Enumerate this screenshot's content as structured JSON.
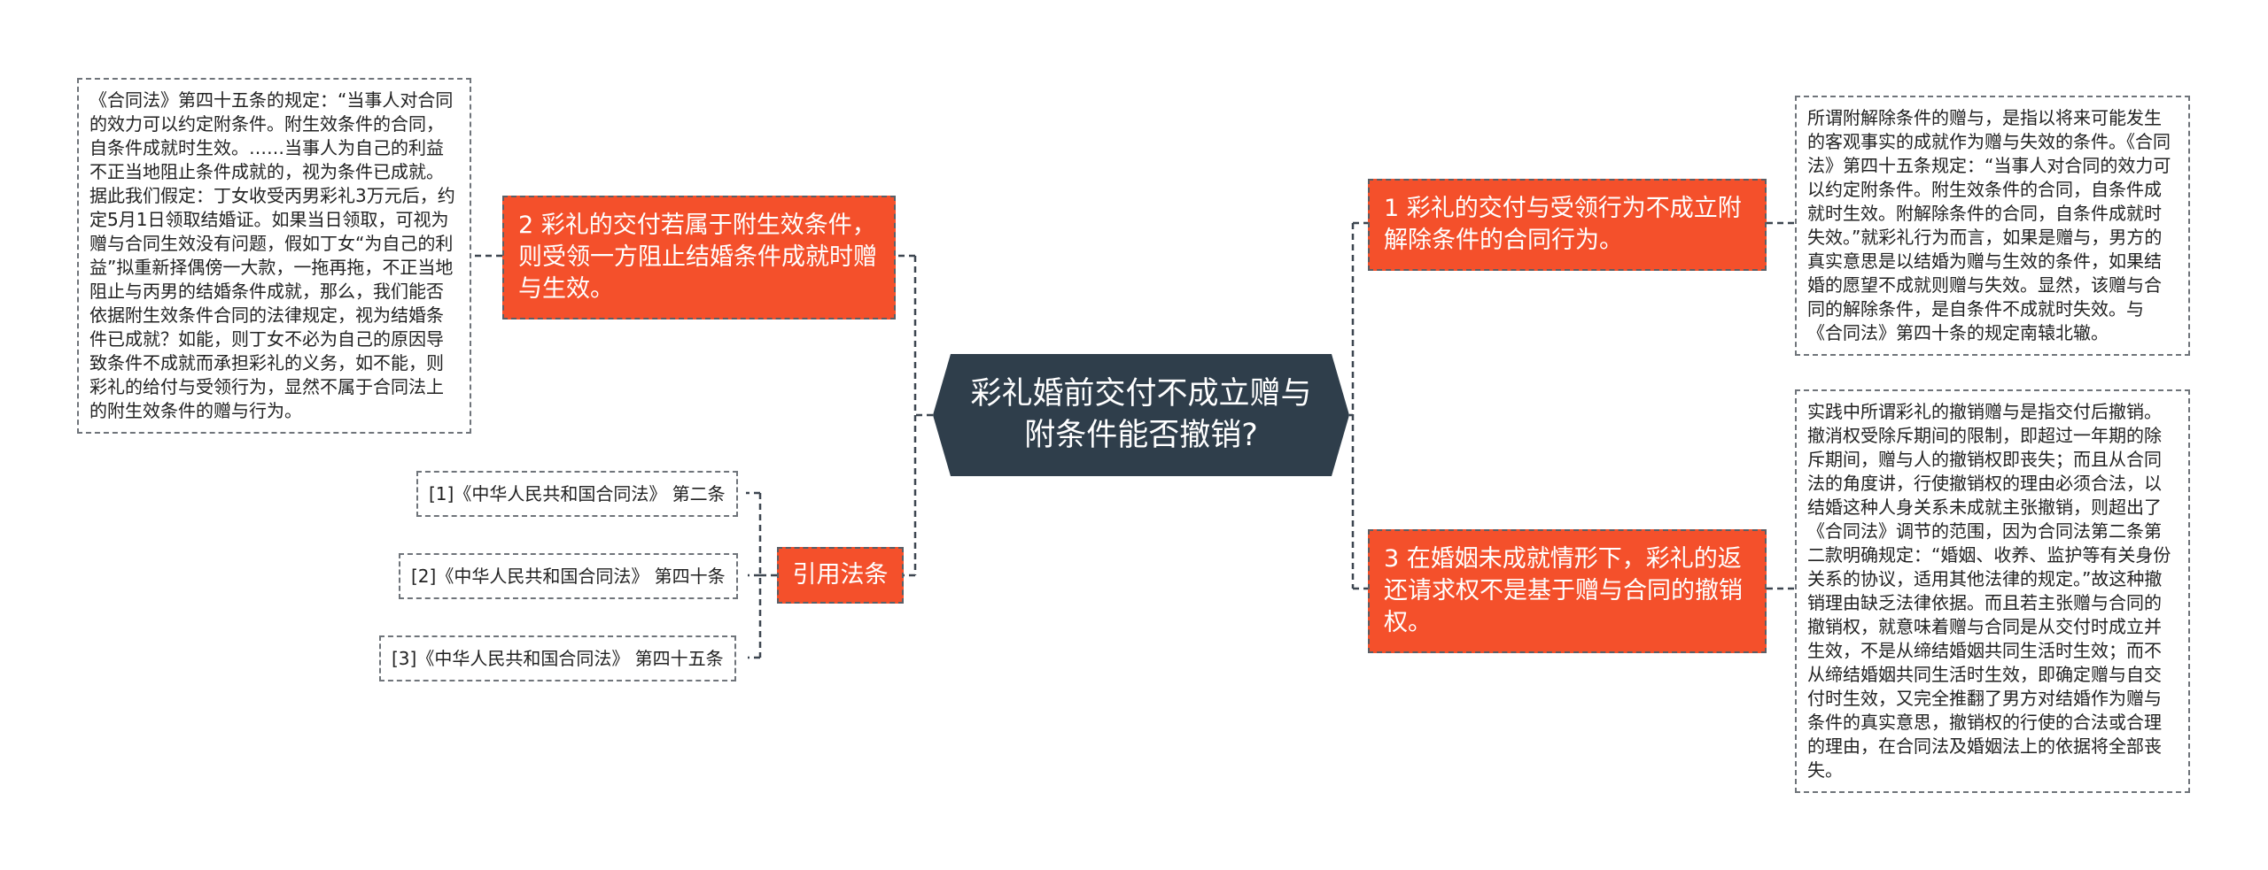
{
  "root": {
    "title": "彩礼婚前交付不成立赠与附条件能否撤销?"
  },
  "left": {
    "branch2": {
      "label": "2 彩礼的交付若属于附生效条件，则受领一方阻止结婚条件成就时赠与生效。",
      "note": "《合同法》第四十五条的规定：“当事人对合同的效力可以约定附条件。附生效条件的合同，自条件成就时生效。……当事人为自己的利益不正当地阻止条件成就的，视为条件已成就。据此我们假定：丁女收受丙男彩礼3万元后，约定5月1日领取结婚证。如果当日领取，可视为赠与合同生效没有问题，假如丁女“为自己的利益”拟重新择偶傍一大款，一拖再拖，不正当地阻止与丙男的结婚条件成就，那么，我们能否依据附生效条件合同的法律规定，视为结婚条件已成就？如能，则丁女不必为自己的原因导致条件不成就而承担彩礼的义务，如不能，则彩礼的给付与受领行为，显然不属于合同法上的附生效条件的赠与行为。"
    },
    "citations": {
      "label": "引用法条",
      "items": [
        "[1]《中华人民共和国合同法》 第二条",
        "[2]《中华人民共和国合同法》 第四十条",
        "[3]《中华人民共和国合同法》 第四十五条"
      ]
    }
  },
  "right": {
    "branch1": {
      "label": "1 彩礼的交付与受领行为不成立附解除条件的合同行为。",
      "note": "所谓附解除条件的赠与，是指以将来可能发生的客观事实的成就作为赠与失效的条件。《合同法》第四十五条规定：“当事人对合同的效力可以约定附条件。附生效条件的合同，自条件成就时生效。附解除条件的合同，自条件成就时失效。”就彩礼行为而言，如果是赠与，男方的真实意思是以结婚为赠与生效的条件，如果结婚的愿望不成就则赠与失效。显然，该赠与合同的解除条件，是自条件不成就时失效。与《合同法》第四十条的规定南辕北辙。"
    },
    "branch3": {
      "label": "3 在婚姻未成就情形下，彩礼的返还请求权不是基于赠与合同的撤销权。",
      "note": "实践中所谓彩礼的撤销赠与是指交付后撤销。撤消权受除斥期间的限制，即超过一年期的除斥期间，赠与人的撤销权即丧失；而且从合同法的角度讲，行使撤销权的理由必须合法，以结婚这种人身关系未成就主张撤销，则超出了《合同法》调节的范围，因为合同法第二条第二款明确规定：“婚姻、收养、监护等有关身份关系的协议，适用其他法律的规定。”故这种撤销理由缺乏法律依据。而且若主张赠与合同的撤销权，就意味着赠与合同是从交付时成立并生效，不是从缔结婚姻共同生活时生效；而不从缔结婚姻共同生活时生效，即确定赠与自交付时生效，又完全推翻了男方对结婚作为赠与条件的真实意思，撤销权的行使的合法或合理的理由，在合同法及婚姻法上的依据将全部丧失。"
    }
  },
  "colors": {
    "root": "#2f3e4b",
    "branch": "#f4502b",
    "connector": "#3d4650"
  }
}
